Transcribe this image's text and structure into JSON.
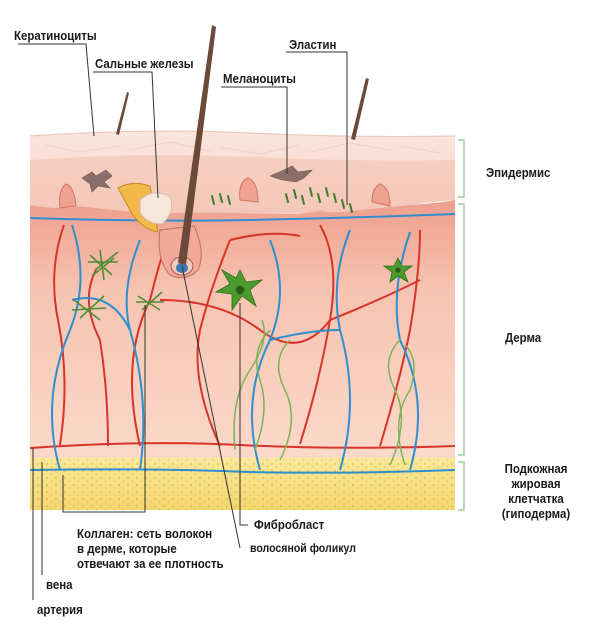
{
  "labels": {
    "keratinocytes": "Кератиноциты",
    "sebaceous": "Сальные железы",
    "elastin": "Эластин",
    "melanocytes": "Меланоциты",
    "epidermis": "Эпидермис",
    "dermis": "Дерма",
    "hypodermis": "Подкожная\nжировая\nклетчатка\n(гиподерма)",
    "fibroblast": "Фибробласт",
    "follicle": "волосяной фоликул",
    "collagen": "Коллаген: сеть волокон\nв дерме, которые\nотвечают за ее плотность",
    "vein": "вена",
    "artery": "артерия"
  },
  "colors": {
    "epidermis": "#f6d6c8",
    "dermis": "#f7c2b0",
    "hypodermis": "#f6e08a",
    "artery": "#d9342b",
    "vein": "#2f8ed0",
    "green": "#5a9e3a",
    "bracket": "#9fd19b",
    "hair": "#6b4a3a"
  }
}
